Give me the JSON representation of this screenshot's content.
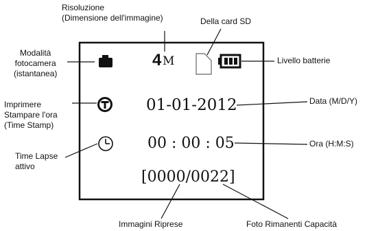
{
  "labels": {
    "resolution_line1": "Risoluzione",
    "resolution_line2": "(Dimensione dell'immagine)",
    "sd_card": "Della card SD",
    "camera_mode_line1": "Modalità",
    "camera_mode_line2": "fotocamera",
    "camera_mode_line3": "(istantanea)",
    "battery_level": "Livello batterie",
    "timestamp_line1": "Imprimere",
    "timestamp_line2": "Stampare l'ora",
    "timestamp_line3": "(Time Stamp)",
    "date_format": "Data (M/D/Y)",
    "timelapse_line1": "Time Lapse",
    "timelapse_line2": "attivo",
    "time_format": "Ora (H:M:S)",
    "images_taken": "Immagini Riprese",
    "remaining_capacity": "Foto Rimanenti Capacità"
  },
  "screen": {
    "resolution_number": "4",
    "resolution_unit": "M",
    "date": "01-01-2012",
    "time": "00 : 00 : 05",
    "counter": "[0000/0022]"
  }
}
